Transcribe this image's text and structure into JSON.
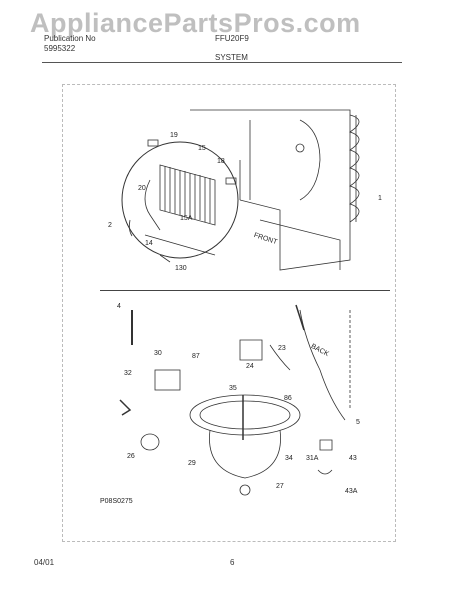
{
  "watermark": "AppliancePartsPros.com",
  "header": {
    "left_line1": "Publication No",
    "left_line2": "5995322",
    "model": "FFU20F9",
    "section": "SYSTEM"
  },
  "footer": {
    "date": "04/01",
    "page": "6"
  },
  "diagram_code": "P08S0275",
  "upper_labels": [
    "19",
    "15",
    "18",
    "20",
    "15A",
    "2",
    "14",
    "130",
    "1",
    "FRONT"
  ],
  "lower_labels": [
    "4",
    "30",
    "32",
    "87",
    "23",
    "24",
    "BACK",
    "35",
    "86",
    "5",
    "26",
    "29",
    "34",
    "31A",
    "43",
    "27",
    "43A"
  ]
}
